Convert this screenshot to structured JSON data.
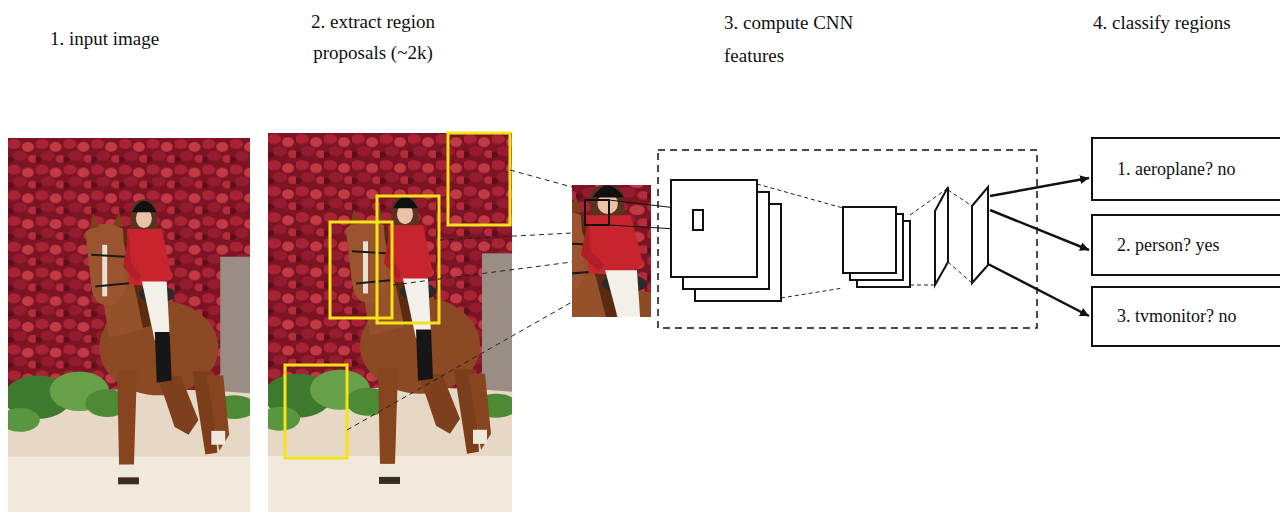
{
  "diagram": {
    "nodes": [
      {
        "text": [
          "1. aeroplane? no"
        ]
      },
      {
        "text": [
          "2. person? yes"
        ]
      },
      {
        "text": [
          "3. tvmonitor? no"
        ]
      }
    ],
    "labels": [
      "1. input image",
      "2. extract region proposals (~2k)",
      "3. compute CNN features",
      "4. classify regions"
    ]
  }
}
